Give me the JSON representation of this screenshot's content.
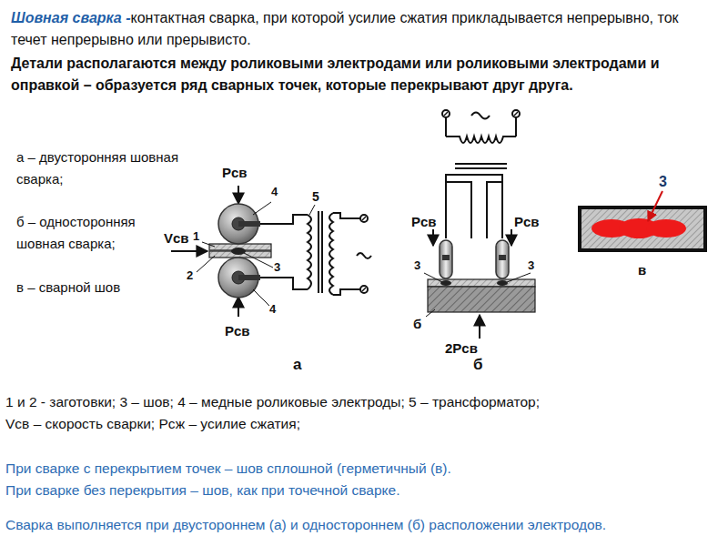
{
  "diagram": {
    "title": "Шовная сварка -",
    "labels": [
      "контактная сварка, при которой усилие сжатия прикладывается непрерывно, ток течет непрерывно или прерывисто.",
      "Детали располагаются между роликовыми электродами или роликовыми электродами и оправкой – образуется ряд сварных точек, которые перекрывают друг друга.",
      "а – двусторонняя шовная сварка;",
      "б – односторонняя шовная сварка;",
      "в – сварной шов",
      "Pсв",
      "4",
      "5",
      "Vсв",
      "1",
      "2",
      "3",
      "4",
      "Pсв",
      "а",
      "Pсв",
      "Pсв",
      "3",
      "3",
      "б",
      "2Pсв",
      "б",
      "3",
      "в",
      "1 и 2 - заготовки; 3 – шов; 4 – медные роликовые электроды; 5 – трансформатор;",
      "Vсв – скорость сварки; Pсж – усилие сжатия;",
      "При сварке с перекрытием точек – шов сплошной (герметичный (в).",
      "При сварке без перекрытия – шов, как при точечной сварке.",
      "Сварка выполняется при двустороннем (а) и одностороннем (б) расположении электродов."
    ]
  }
}
